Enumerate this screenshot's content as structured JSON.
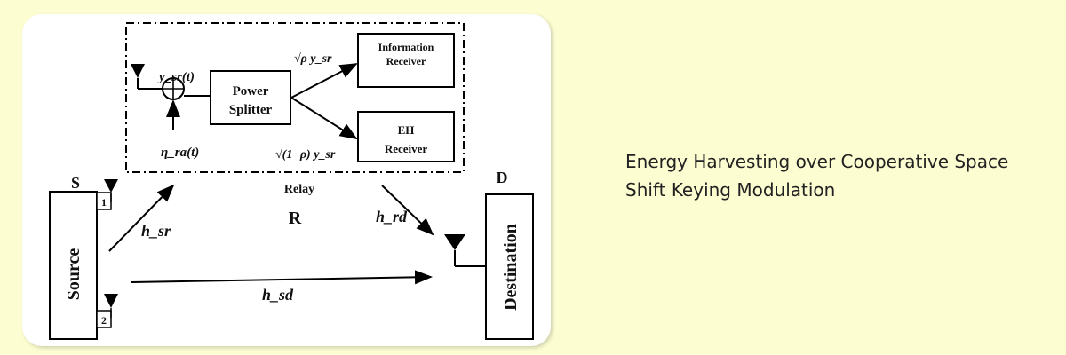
{
  "diagram": {
    "relay_box": {
      "title": "Relay",
      "signal_in": "y_sr(t)",
      "noise": "η_ra(t)",
      "splitter": [
        "Power",
        "Splitter"
      ],
      "info_branch": "√ρ y_sr",
      "eh_branch": "√(1−ρ) y_sr",
      "info_receiver": [
        "Information",
        "Receiver"
      ],
      "eh_receiver": [
        "EH",
        "Receiver"
      ]
    },
    "source": {
      "label": "Source",
      "tag": "S",
      "antennas": [
        "1",
        "2"
      ]
    },
    "relay_node": {
      "tag": "R"
    },
    "destination": {
      "label": "Destination",
      "tag": "D"
    },
    "links": {
      "sr": "h_sr",
      "rd": "h_rd",
      "sd": "h_sd"
    },
    "colors": {
      "stroke": "#000000",
      "background": "#fdfdd2",
      "card": "#ffffff"
    }
  },
  "caption": {
    "line1": "Energy Harvesting over Cooperative Space",
    "line2": "Shift Keying Modulation"
  }
}
